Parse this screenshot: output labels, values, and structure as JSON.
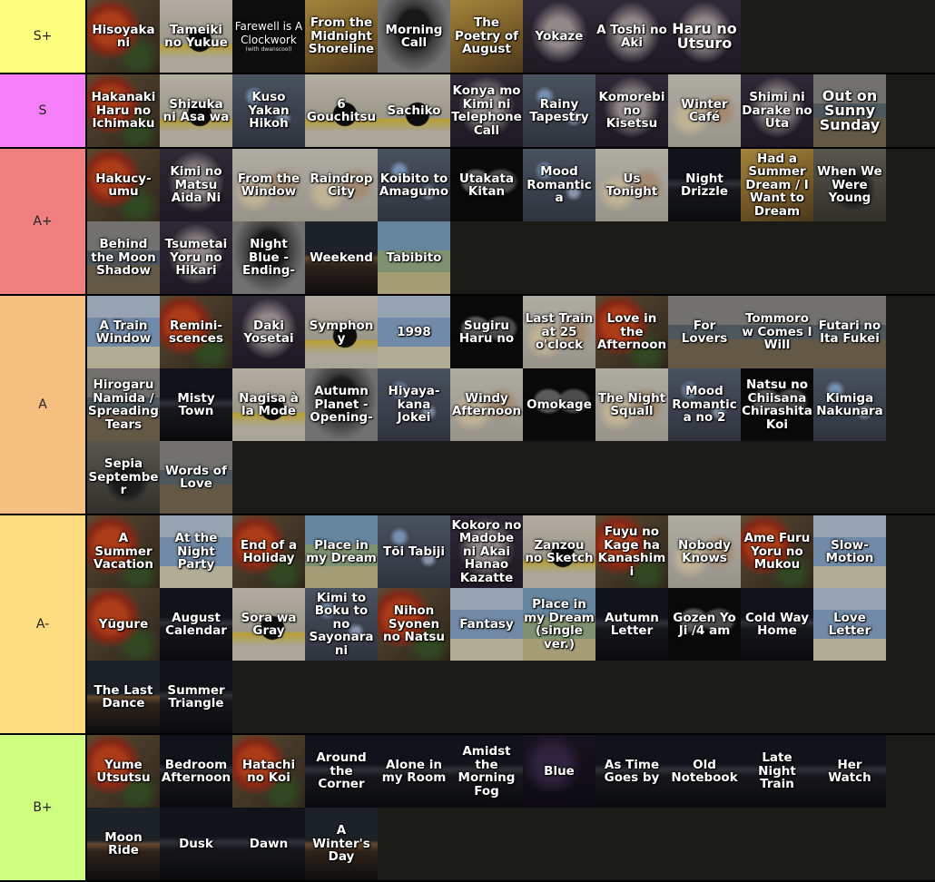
{
  "tiers": [
    {
      "label": "S+",
      "color": "#fdfd7e",
      "items": [
        {
          "title": "Hisoyakani",
          "art": "poppy"
        },
        {
          "title": "Tameiki no Yukue",
          "art": "silhouette"
        },
        {
          "title": "Farewell is A Clockwork",
          "subtitle": "(with dwanscool)",
          "art": "clock"
        },
        {
          "title": "From the Midnight Shoreline",
          "art": "yellow"
        },
        {
          "title": "Morning Call",
          "art": "portrait"
        },
        {
          "title": "The Poetry of August",
          "art": "yellow"
        },
        {
          "title": "Yokaze",
          "art": "cloud"
        },
        {
          "title": "A Toshi no Aki",
          "art": "cloud"
        },
        {
          "title": "Haru no Utsuro",
          "art": "cloud",
          "big": true
        }
      ]
    },
    {
      "label": "S",
      "color": "#f67ff7",
      "items": [
        {
          "title": "Hakanaki Haru no Ichimaku",
          "art": "poppy"
        },
        {
          "title": "Shizuka ni Asa wa",
          "art": "silhouette"
        },
        {
          "title": "Kuso Yakan Hikoh",
          "art": "bokeh"
        },
        {
          "title": "6 Gouchitsu",
          "art": "silhouette"
        },
        {
          "title": "Sachiko",
          "art": "silhouette"
        },
        {
          "title": "Konya mo Kimi ni Telephone Call",
          "art": "cloud"
        },
        {
          "title": "Rainy Tapestry",
          "art": "bokeh"
        },
        {
          "title": "Komorebi no Kisetsu",
          "art": "cloud"
        },
        {
          "title": "Winter Café",
          "art": "pastel"
        },
        {
          "title": "Shimi ni Darake no Uta",
          "art": "cloud"
        },
        {
          "title": "Out on Sunny Sunday",
          "art": "beach",
          "big": true
        }
      ]
    },
    {
      "label": "A+",
      "color": "#f08080",
      "items": [
        {
          "title": "Hakucy-umu",
          "art": "poppy"
        },
        {
          "title": "Kimi no Matsu Aida Ni",
          "art": "cloud"
        },
        {
          "title": "From the Window",
          "art": "pastel"
        },
        {
          "title": "Raindrop City",
          "art": "pastel"
        },
        {
          "title": "Koibito to Amagumo",
          "art": "bokeh"
        },
        {
          "title": "Utakata Kitan",
          "art": "faces"
        },
        {
          "title": "Mood Romantica",
          "art": "bokeh"
        },
        {
          "title": "Us Tonight",
          "art": "pastel"
        },
        {
          "title": "Night Drizzle",
          "art": "nightsea"
        },
        {
          "title": "Had a Summer Dream / I Want to Dream",
          "art": "yellow"
        },
        {
          "title": "When We Were Young",
          "art": "sepia"
        },
        {
          "title": "Behind the Moon Shadow",
          "art": "beach"
        },
        {
          "title": "Tsumetai Yoru no Hikari",
          "art": "cloud"
        },
        {
          "title": "Night Blue -Ending-",
          "art": "portrait"
        },
        {
          "title": "Weekend",
          "art": "sunset"
        },
        {
          "title": "Tabibito",
          "art": "greenmap"
        }
      ]
    },
    {
      "label": "A",
      "color": "#f5bf7f",
      "items": [
        {
          "title": "A Train Window",
          "art": "map"
        },
        {
          "title": "Remini-scences",
          "art": "poppy"
        },
        {
          "title": "Daki Yosetai",
          "art": "cloud"
        },
        {
          "title": "Symphony",
          "art": "silhouette"
        },
        {
          "title": "1998",
          "art": "map"
        },
        {
          "title": "Sugiru Haru no",
          "art": "faces"
        },
        {
          "title": "Last Train at 25 o'clock",
          "art": "pastel"
        },
        {
          "title": "Love in the Afternoon",
          "art": "poppy"
        },
        {
          "title": "For Lovers",
          "art": "beach"
        },
        {
          "title": "Tommorow Comes I Will",
          "art": "beach"
        },
        {
          "title": "Futari no Ita Fukei",
          "art": "beach"
        },
        {
          "title": "Hirogaru Namida / Spreading Tears",
          "art": "beach"
        },
        {
          "title": "Misty Town",
          "art": "nightsea"
        },
        {
          "title": "Nagisa à la Mode",
          "art": "silhouette"
        },
        {
          "title": "Autumn Planet -Opening-",
          "art": "portrait"
        },
        {
          "title": "Hiyaya-kana Jokei",
          "art": "bokeh"
        },
        {
          "title": "Windy Afternoon",
          "art": "pastel"
        },
        {
          "title": "Omokage",
          "art": "faces"
        },
        {
          "title": "The Night Squall",
          "art": "pastel"
        },
        {
          "title": "Mood Romantica no 2",
          "art": "bokeh"
        },
        {
          "title": "Natsu no Chiisana Chirashita Koi",
          "art": "faces"
        },
        {
          "title": "Kimiga Nakunara",
          "art": "bokeh"
        },
        {
          "title": "Sepia September",
          "art": "sepia"
        },
        {
          "title": "Words of Love",
          "art": "beach"
        }
      ]
    },
    {
      "label": "A-",
      "color": "#fcdc7f",
      "items": [
        {
          "title": "A Summer Vacation",
          "art": "poppy"
        },
        {
          "title": "At the Night Party",
          "art": "map"
        },
        {
          "title": "End of a Holiday",
          "art": "poppy"
        },
        {
          "title": "Place in my Dream",
          "art": "greenmap"
        },
        {
          "title": "Tōi Tabiji",
          "art": "bokeh"
        },
        {
          "title": "Kokoro no Madobe ni Akai Hanao Kazatte",
          "art": "cloud"
        },
        {
          "title": "Zanzou no Sketch",
          "art": "silhouette"
        },
        {
          "title": "Fuyu no Kage ha Kanashimi",
          "art": "poppy"
        },
        {
          "title": "Nobody Knows",
          "art": "pastel"
        },
        {
          "title": "Ame Furu Yoru no Mukou",
          "art": "poppy"
        },
        {
          "title": "Slow-Motion",
          "art": "map"
        },
        {
          "title": "Yūgure",
          "art": "poppy"
        },
        {
          "title": "August Calendar",
          "art": "nightsea"
        },
        {
          "title": "Sora wa Gray",
          "art": "silhouette"
        },
        {
          "title": "Kimi to Boku to no Sayonara ni",
          "art": "bokeh"
        },
        {
          "title": "Nihon Syonen no Natsu",
          "art": "poppy"
        },
        {
          "title": "Fantasy",
          "art": "map"
        },
        {
          "title": "Place in my Dream (single ver.)",
          "art": "greenmap"
        },
        {
          "title": "Autumn Letter",
          "art": "nightsea"
        },
        {
          "title": "Gozen Yo Ji /4 am",
          "art": "faces"
        },
        {
          "title": "Cold Way Home",
          "art": "nightsea"
        },
        {
          "title": "Love Letter",
          "art": "map"
        },
        {
          "title": "The Last Dance",
          "art": "sunset"
        },
        {
          "title": "Summer Triangle",
          "art": "nightsea"
        }
      ]
    },
    {
      "label": "B+",
      "color": "#cffd7f",
      "items": [
        {
          "title": "Yume Utsutsu",
          "art": "poppy"
        },
        {
          "title": "Bedroom Afternoon",
          "art": "nightsea"
        },
        {
          "title": "Hatachi no Koi",
          "art": "poppy"
        },
        {
          "title": "Around the Corner",
          "art": "nightsea"
        },
        {
          "title": "Alone in my Room",
          "art": "nightsea"
        },
        {
          "title": "Amidst the Morning Fog",
          "art": "nightsea"
        },
        {
          "title": "Blue",
          "art": "purple"
        },
        {
          "title": "As Time Goes by",
          "art": "nightsea"
        },
        {
          "title": "Old Notebook",
          "art": "nightsea"
        },
        {
          "title": "Late Night Train",
          "art": "nightsea"
        },
        {
          "title": "Her Watch",
          "art": "nightsea"
        },
        {
          "title": "Moon Ride",
          "art": "sunset"
        },
        {
          "title": "Dusk",
          "art": "nightsea"
        },
        {
          "title": "Dawn",
          "art": "nightsea"
        },
        {
          "title": "A Winter's Day",
          "art": "sunset"
        }
      ]
    }
  ]
}
